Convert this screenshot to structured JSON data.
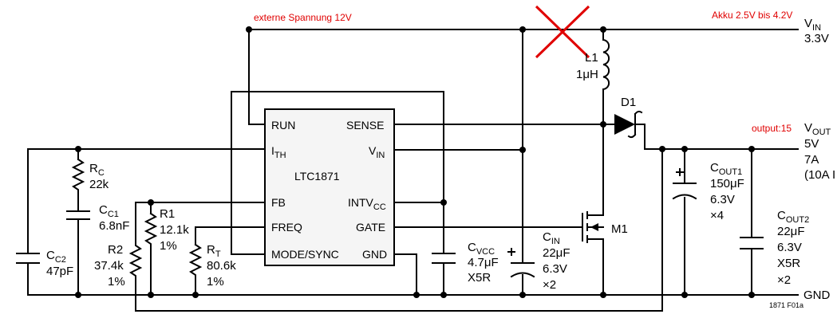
{
  "annotations": {
    "external_voltage": "externe Spannung 12V",
    "battery_range": "Akku 2.5V bis 4.2V",
    "output_note": "output:15"
  },
  "vin": {
    "label": "V",
    "sub": "IN",
    "value": "3.3V"
  },
  "vout": {
    "label": "V",
    "sub": "OUT",
    "voltage": "5V",
    "current": "7A",
    "current_alt": "(10A I"
  },
  "gnd": "GND",
  "ic": {
    "name": "LTC1871",
    "pins_left": {
      "run": "RUN",
      "ith": "I",
      "ith_sub": "TH",
      "fb": "FB",
      "freq": "FREQ",
      "mode": "MODE/SYNC"
    },
    "pins_right": {
      "sense": "SENSE",
      "vin": "V",
      "vin_sub": "IN",
      "intvcc": "INTV",
      "intvcc_sub": "CC",
      "gate": "GATE",
      "gnd": "GND"
    }
  },
  "parts": {
    "l1": {
      "name": "L1",
      "value": "1μH"
    },
    "d1": {
      "name": "D1"
    },
    "m1": {
      "name": "M1"
    },
    "rc": {
      "name": "R",
      "sub": "C",
      "value": "22k"
    },
    "cc1": {
      "name": "C",
      "sub": "C1",
      "value": "6.8nF"
    },
    "cc2": {
      "name": "C",
      "sub": "C2",
      "value": "47pF"
    },
    "r1": {
      "name": "R1",
      "value": "12.1k",
      "tol": "1%"
    },
    "r2": {
      "name": "R2",
      "value": "37.4k",
      "tol": "1%"
    },
    "rt": {
      "name": "R",
      "sub": "T",
      "value": "80.6k",
      "tol": "1%"
    },
    "cvcc": {
      "name": "C",
      "sub": "VCC",
      "value": "4.7μF",
      "type": "X5R"
    },
    "cin": {
      "name": "C",
      "sub": "IN",
      "value": "22μF",
      "voltage": "6.3V",
      "count": "×2"
    },
    "cout1": {
      "name": "C",
      "sub": "OUT1",
      "value": "150μF",
      "voltage": "6.3V",
      "count": "×4"
    },
    "cout2": {
      "name": "C",
      "sub": "OUT2",
      "value": "22μF",
      "voltage": "6.3V",
      "type": "X5R",
      "count": "×2"
    }
  },
  "figure_id": "1871 F01a",
  "colors": {
    "wire": "#000000",
    "annotation": "#e00000"
  }
}
